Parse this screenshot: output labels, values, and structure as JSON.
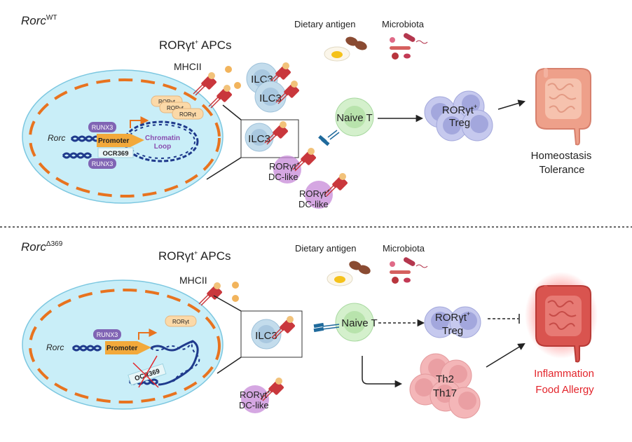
{
  "top_panel": {
    "genotype": "Rorc",
    "genotype_sup": "WT",
    "apc_title": "RORγt",
    "apc_title_sup": "+",
    "apc_title_suffix": " APCs",
    "mhcii_label": "MHCII",
    "nucleus": {
      "gene_label": "Rorc",
      "runx3_top": "RUNX3",
      "runx3_bottom": "RUNX3",
      "promoter": "Promoter",
      "ocr": "OCR369",
      "loop_line1": "Chromatin",
      "loop_line2": "Loop",
      "products": [
        "RORγt",
        "RORγt",
        "RORγt"
      ]
    },
    "ilc3_labels": [
      "ILC3",
      "ILC3",
      "ILC3"
    ],
    "dc_like": [
      {
        "line1": "RORγt",
        "sup": "+",
        "line2": "DC-like"
      },
      {
        "line1": "RORγt",
        "sup": "+",
        "line2": "DC-like"
      }
    ],
    "dietary_antigen": "Dietary antigen",
    "microbiota": "Microbiota",
    "naive_t": "Naive T",
    "treg_line1": "RORγt",
    "treg_sup": "+",
    "treg_line2": "Treg",
    "outcome_line1": "Homeostasis",
    "outcome_line2": "Tolerance"
  },
  "bottom_panel": {
    "genotype": "Rorc",
    "genotype_sup": "Δ369",
    "apc_title": "RORγt",
    "apc_title_sup": "+",
    "apc_title_suffix": " APCs",
    "mhcii_label": "MHCII",
    "nucleus": {
      "gene_label": "Rorc",
      "runx3": "RUNX3",
      "promoter": "Promoter",
      "ocr_deleted": "OCR369",
      "product": "RORγt"
    },
    "ilc3_label": "ILC3",
    "dc_like": {
      "line1": "RORγt",
      "sup": "+",
      "line2": "DC-like"
    },
    "dietary_antigen": "Dietary antigen",
    "microbiota": "Microbiota",
    "naive_t": "Naive T",
    "treg_line1": "RORγt",
    "treg_sup": "+",
    "treg_line2": "Treg",
    "th_line1": "Th2",
    "th_line2": "Th17",
    "outcome_line1": "Inflammation",
    "outcome_line2": "Food Allergy"
  },
  "colors": {
    "nucleus_fill": "#c9eef8",
    "nucleus_stroke": "#7cc7e0",
    "dash_orange": "#e8731f",
    "runx3": "#8064b4",
    "promoter": "#f2a93b",
    "rorgt_chip": "#fbd9a8",
    "dna": "#1f3a8c",
    "ilc3": "#c3dcec",
    "dc_like": "#c78ad8",
    "naive_t": "#d4f0cc",
    "treg": "#c6c9ee",
    "th": "#f4b6b8",
    "gut_healthy": "#eea08a",
    "gut_inflamed": "#d9544f",
    "mhc": "#c9373c",
    "antigen": "#f2b45c",
    "tcr": "#1f6a9c",
    "inflammation_text": "#e3242b"
  }
}
